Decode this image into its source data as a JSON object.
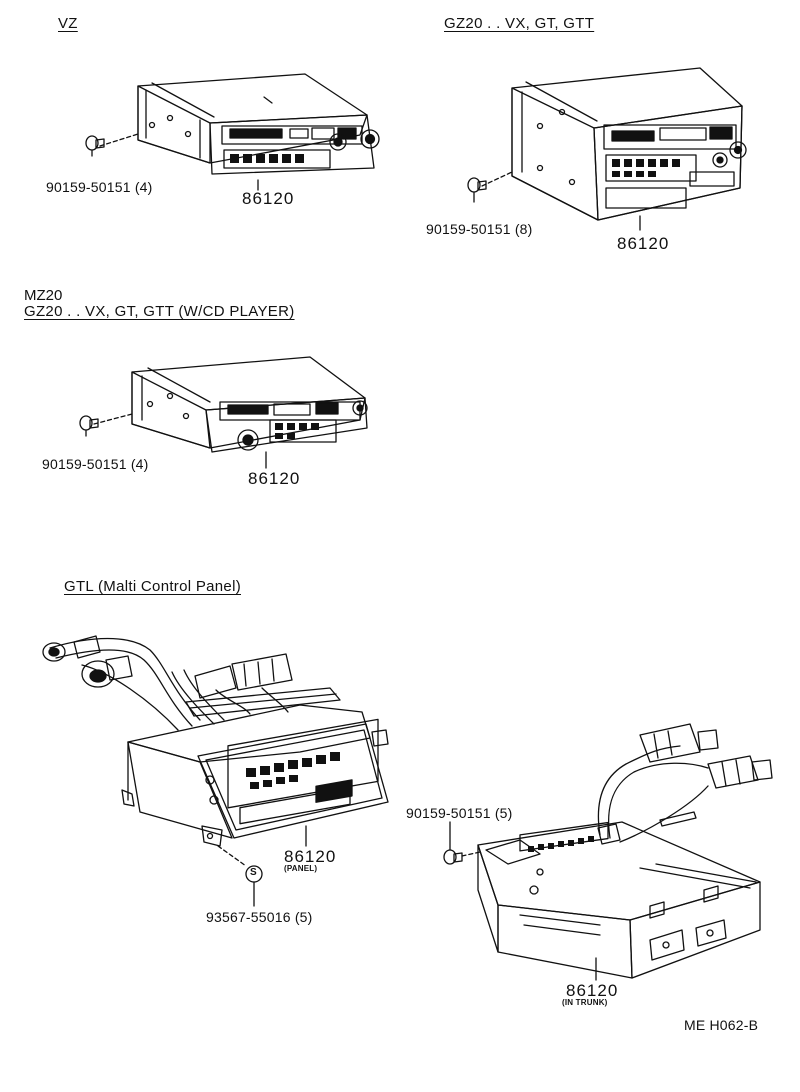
{
  "sections": {
    "vz": {
      "title": "VZ",
      "bolt": "90159-50151 (4)",
      "part": "86120"
    },
    "gz20": {
      "title": "GZ20 . . VX, GT, GTT",
      "bolt": "90159-50151 (8)",
      "part": "86120"
    },
    "mz20": {
      "line1": "MZ20",
      "line2": "GZ20 . . VX, GT, GTT (W/CD PLAYER)",
      "bolt": "90159-50151 (4)",
      "part": "86120"
    },
    "gtl": {
      "title": "GTL (Malti Control Panel)",
      "panel_part": "86120",
      "panel_sub": "(PANEL)",
      "screw": "93567-55016 (5)",
      "screw_symbol": "S",
      "trunk_bolt": "90159-50151 (5)",
      "trunk_part": "86120",
      "trunk_sub": "(IN TRUNK)"
    }
  },
  "ref_code": "ME H062-B"
}
